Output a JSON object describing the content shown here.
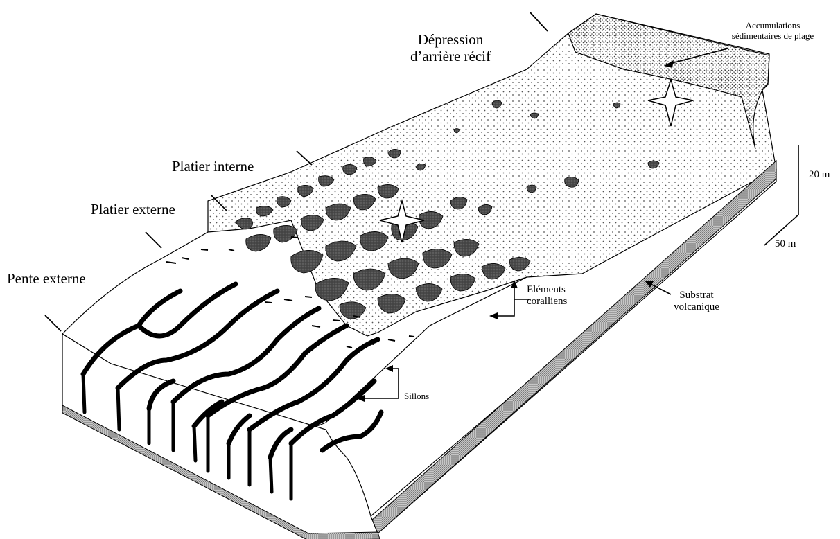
{
  "zones": {
    "pente_externe": "Pente externe",
    "platier_externe": "Platier externe",
    "platier_interne": "Platier interne",
    "depression_line1": "Dépression",
    "depression_line2": "d’arrière récif"
  },
  "annotations": {
    "accumulations_line1": "Accumulations",
    "accumulations_line2": "sédimentaires de plage",
    "elements_line1": "Eléments",
    "elements_line2": "coralliens",
    "substrat_line1": "Substrat",
    "substrat_line2": "volcanique",
    "sillons": "Sillons"
  },
  "scale": {
    "height": "20 m",
    "width": "50 m"
  }
}
